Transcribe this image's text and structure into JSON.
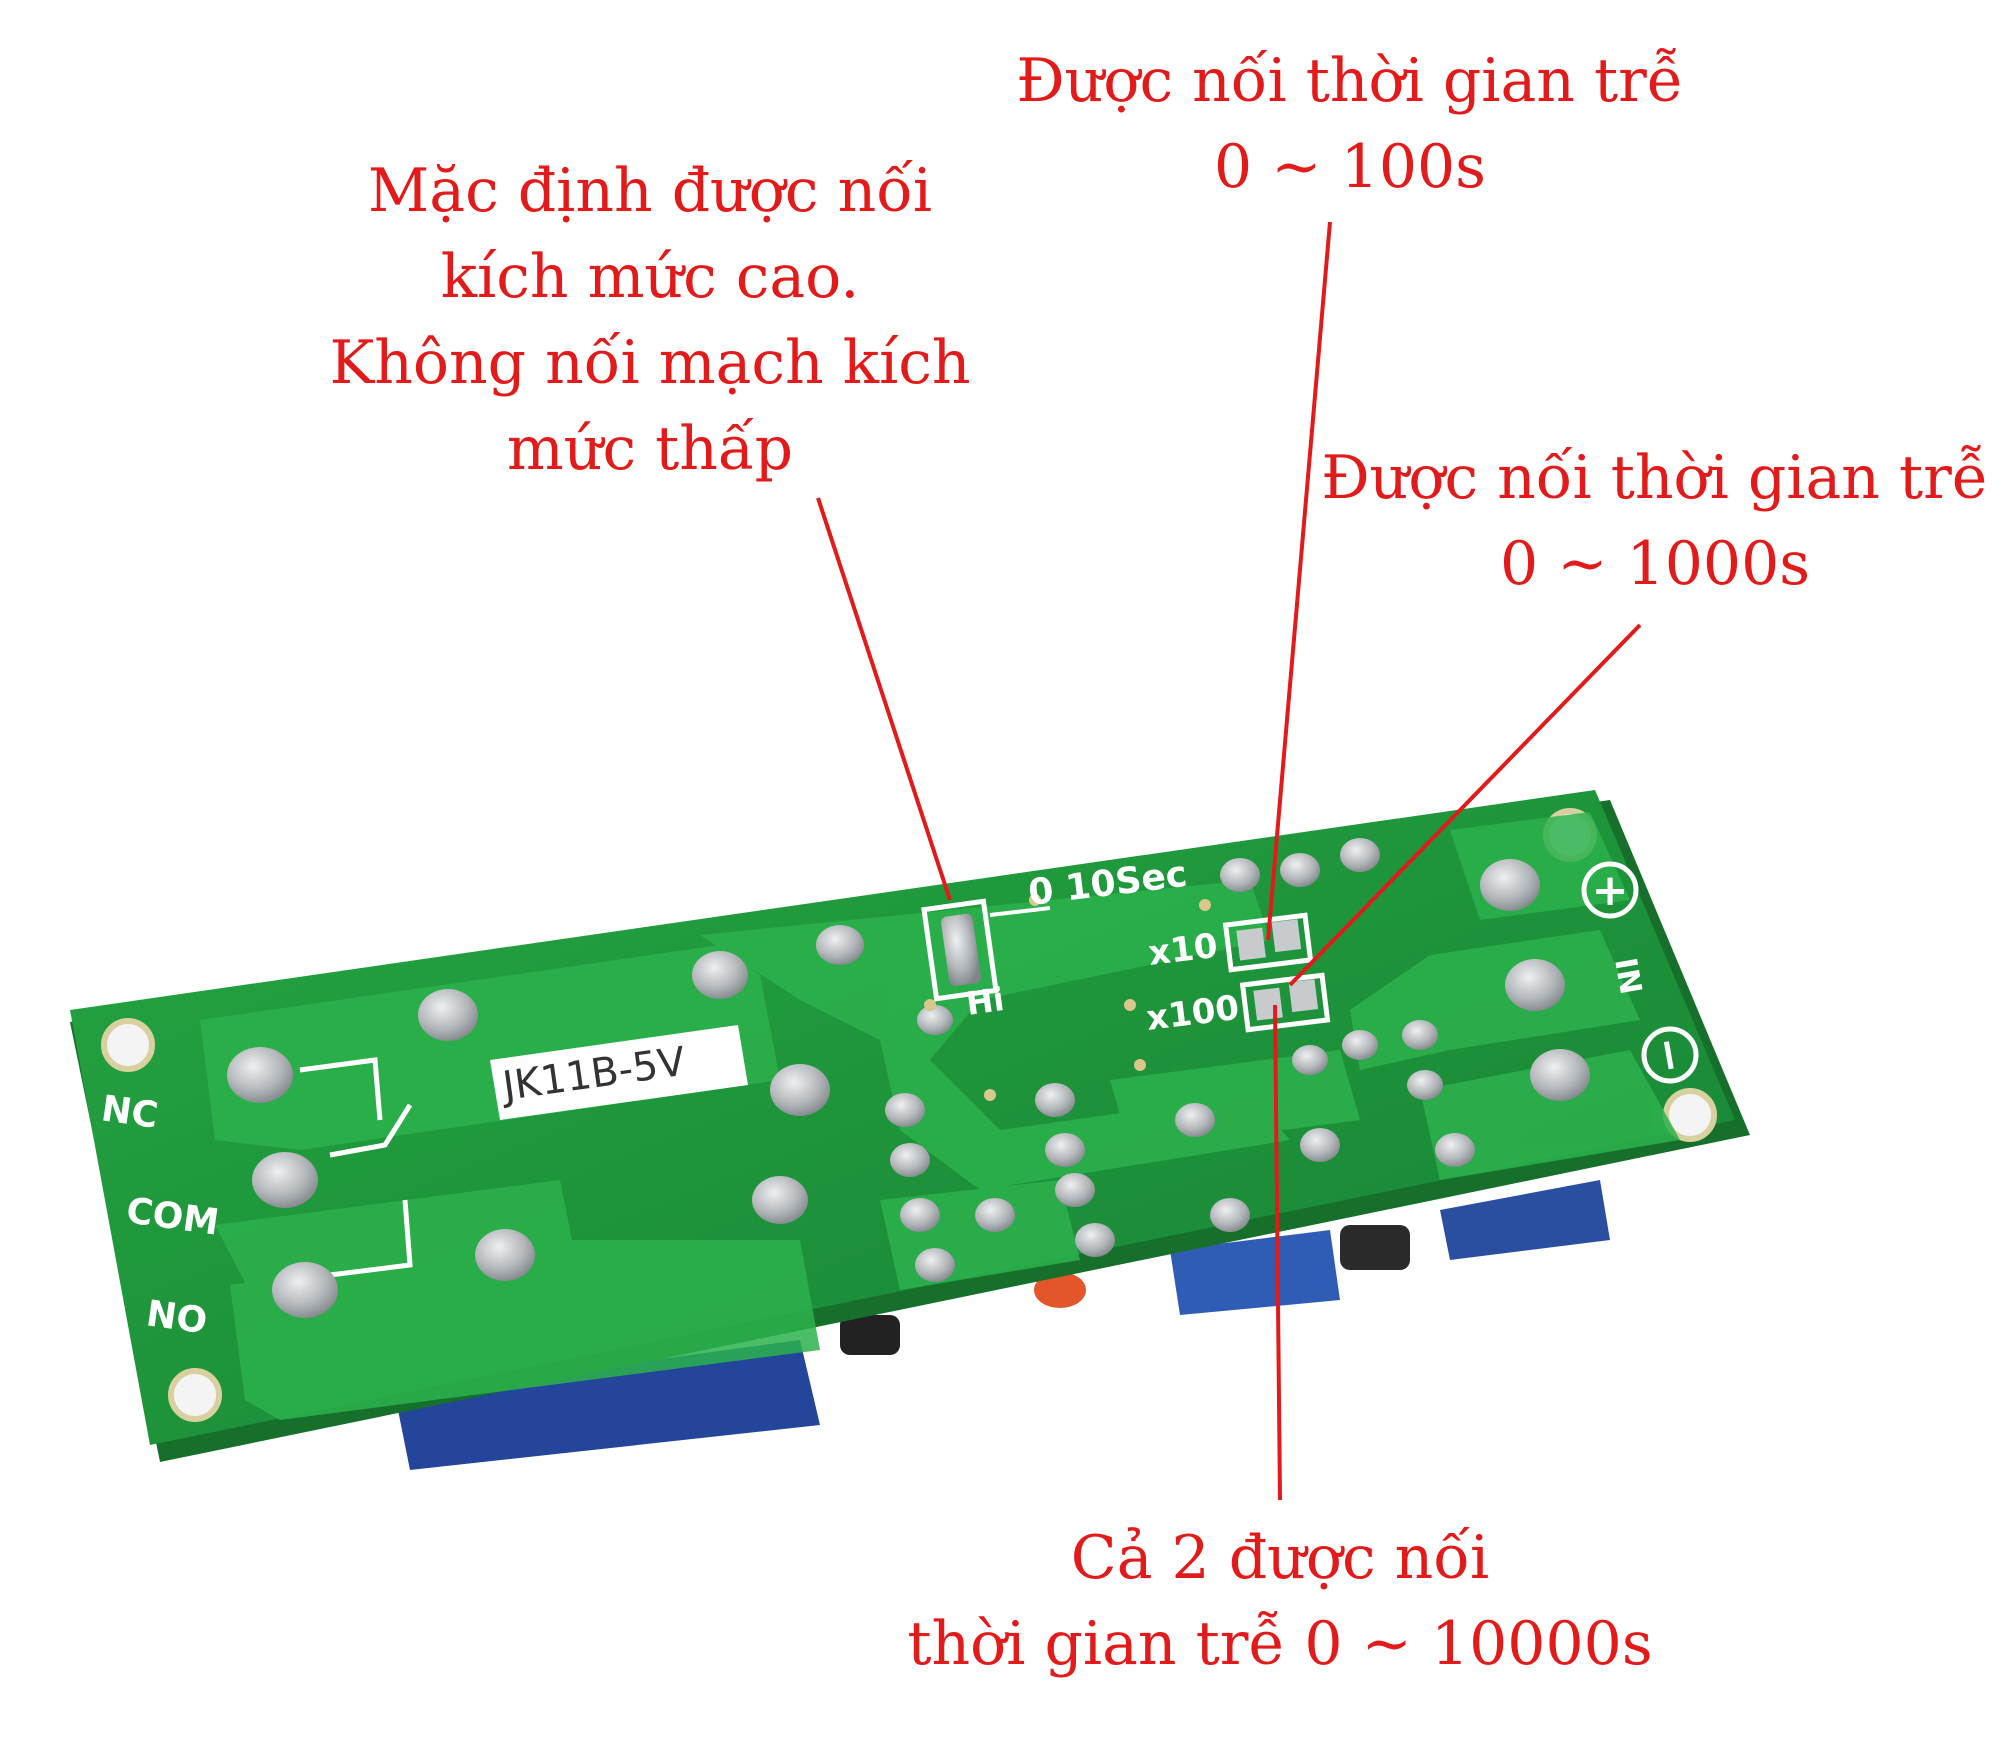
{
  "colors": {
    "annotation": "#e21a1a",
    "pcb": "#1f9a3a",
    "pcb_trace": "#2bb14a",
    "silkscreen": "#ffffff",
    "solder": "#b9bcbf",
    "relay_blue": "#2a4fa0"
  },
  "callouts": {
    "high_trigger": {
      "lines": [
        "Mặc định được nối",
        "kích mức cao.",
        "Không nối mạch kích",
        "mức thấp"
      ]
    },
    "delay_100": {
      "lines": [
        "Được nối thời gian trễ",
        "0 ~ 100s"
      ]
    },
    "delay_1000": {
      "lines": [
        "Được nối thời gian trễ",
        "0 ~ 1000s"
      ]
    },
    "delay_10000": {
      "lines": [
        "Cả 2 được nối",
        "thời gian trễ 0 ~ 10000s"
      ]
    }
  },
  "board": {
    "model": "JK11B-5V",
    "pin_nc": "NC",
    "pin_com": "COM",
    "pin_no": "NO",
    "range_label": "0  10Sec",
    "hi_label": "Hi",
    "x10_label": "x10",
    "x100_label": "x100",
    "in_label": "IN",
    "plus_symbol": "+",
    "minus_symbol": "−"
  }
}
